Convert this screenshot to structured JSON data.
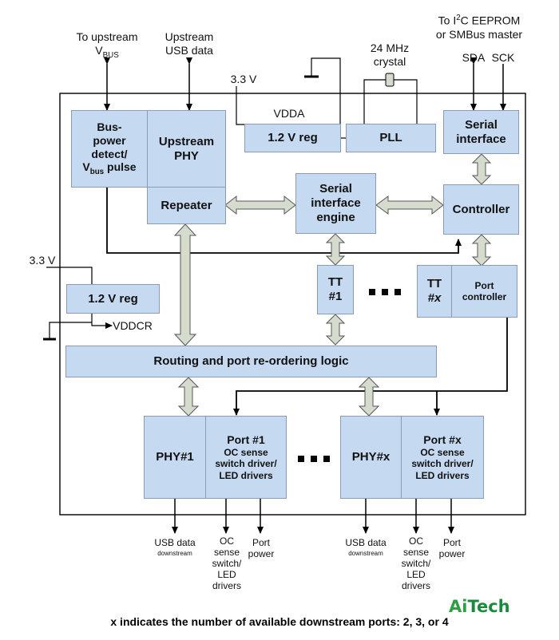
{
  "top_labels": {
    "upstream_vbus_line1": "To upstream",
    "upstream_vbus_line2_main": "V",
    "upstream_vbus_line2_sub": "BUS",
    "upstream_data_line1": "Upstream",
    "upstream_data_line2": "USB data",
    "crystal_line1": "24 MHz",
    "crystal_line2": "crystal",
    "eeprom_line1_pre": "To I",
    "eeprom_line1_sup": "2",
    "eeprom_line1_post": "C EEPROM",
    "eeprom_line2": "or",
    "eeprom_line3": "SMBus master",
    "sda": "SDA",
    "sck": "SCK",
    "v33_top": "3.3 V",
    "vdda": "VDDA",
    "v33_left": "3.3 V",
    "vddcr": "VDDCR"
  },
  "blocks": {
    "bus_power_line1": "Bus-",
    "bus_power_line2": "power",
    "bus_power_line3": "detect/",
    "bus_power_line4_main": "V",
    "bus_power_line4_sub": "bus",
    "bus_power_line4_post": " pulse",
    "upstream_phy_line1": "Upstream",
    "upstream_phy_line2": "PHY",
    "repeater": "Repeater",
    "reg_top": "1.2 V reg",
    "pll": "PLL",
    "serial_interface_line1": "Serial",
    "serial_interface_line2": "interface",
    "sie_line1": "Serial",
    "sie_line2": "interface",
    "sie_line3": "engine",
    "controller": "Controller",
    "tt1_line1": "TT",
    "tt1_line2": "#1",
    "ttx_line1": "TT",
    "ttx_line2": "#x",
    "port_controller_line1": "Port",
    "port_controller_line2": "controller",
    "reg_left": "1.2 V reg",
    "routing": "Routing and port re-ordering logic",
    "phy1": "PHY#1",
    "port1_title": "Port #1",
    "port1_line2": "OC sense",
    "port1_line3": "switch driver/",
    "port1_line4": "LED drivers",
    "phyx": "PHY#x",
    "portx_title": "Port #x",
    "portx_line2": "OC sense",
    "portx_line3": "switch driver/",
    "portx_line4": "LED drivers",
    "ellipsis": "▪ ▪ ▪"
  },
  "bottom_labels": {
    "usb1_line1": "USB data",
    "usb1_line2": "downstream",
    "oc1_line1": "OC",
    "oc1_line2": "sense",
    "oc1_line3": "switch/",
    "oc1_line4": "LED",
    "oc1_line5": "drivers",
    "pp1_line1": "Port",
    "pp1_line2": "power",
    "usbx_line1": "USB data",
    "usbx_line2": "downstream",
    "ocx_line1": "OC",
    "ocx_line2": "sense",
    "ocx_line3": "switch/",
    "ocx_line4": "LED",
    "ocx_line5": "drivers",
    "ppx_line1": "Port",
    "ppx_line2": "power"
  },
  "footnote": "x indicates the number of available downstream ports: 2, 3, or 4",
  "logo": {
    "ai": "Ai",
    "tech": "Tech"
  },
  "colors": {
    "block_fill": "#c5d9f1",
    "block_border": "#8a9bb5",
    "bus_arrow_fill": "#d6dccd",
    "logo_green": "#2ea043"
  }
}
